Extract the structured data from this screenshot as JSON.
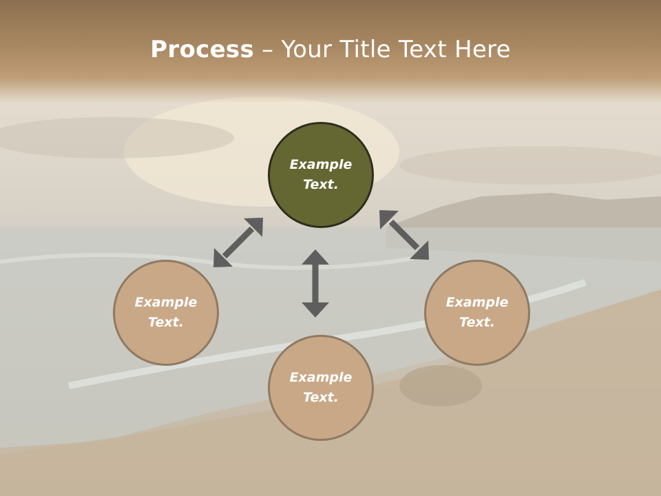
{
  "title": {
    "bold": "Process",
    "dash": " – ",
    "rest": "Your Title Text Here"
  },
  "nodes": {
    "top": "Example Text.",
    "left": "Example Text.",
    "bottom": "Example Text.",
    "right": "Example Text."
  },
  "colors": {
    "center_fill": "#656733",
    "outer_fill": "#c9a887",
    "arrow": "#5e5e5e",
    "title_band": "#a88862"
  }
}
